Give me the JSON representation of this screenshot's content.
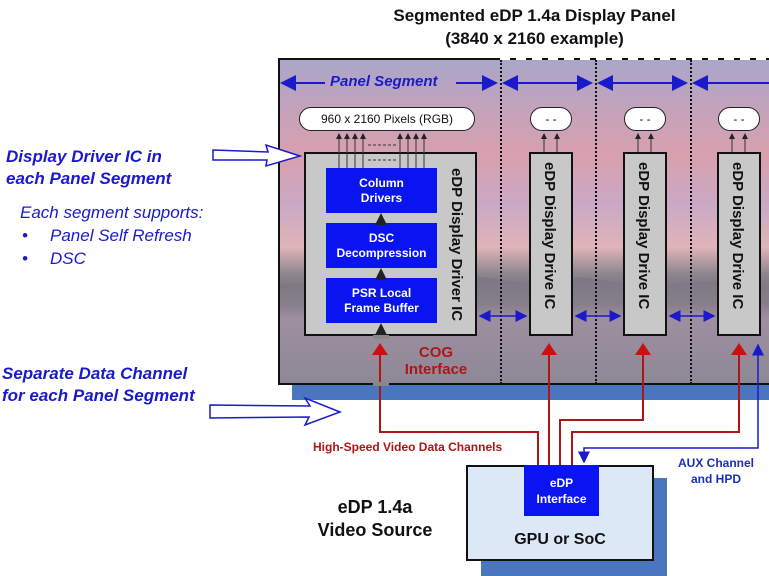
{
  "title": {
    "line1": "Segmented eDP 1.4a Display Panel",
    "line2": "(3840 x 2160 example)"
  },
  "panel": {
    "segment_label": "Panel Segment",
    "segment_count": 4,
    "pixel_pill_main": "960 x 2160 Pixels (RGB)",
    "pixel_pill_other": "- -",
    "main_ic_label": "eDP Display Driver IC",
    "other_ic_label": "eDP Display Drive IC",
    "blocks": [
      {
        "line1": "Column",
        "line2": "Drivers"
      },
      {
        "line1": "DSC",
        "line2": "Decompression"
      },
      {
        "line1": "PSR Local",
        "line2": "Frame Buffer"
      }
    ],
    "cog_label_line1": "COG",
    "cog_label_line2": "Interface"
  },
  "left_notes": {
    "heading1_line1": "Display Driver IC in",
    "heading1_line2": "each Panel Segment",
    "supports_intro": "Each segment supports:",
    "bullets": [
      "Panel Self Refresh",
      "DSC"
    ],
    "bullet_glyph": "•",
    "heading2_line1": "Separate Data Channel",
    "heading2_line2": "for each Panel Segment"
  },
  "links": {
    "video_channels_label": "High-Speed Video Data Channels",
    "aux_label_line1": "AUX Channel",
    "aux_label_line2": "and HPD"
  },
  "source": {
    "side_label_line1": "eDP 1.4a",
    "side_label_line2": "Video Source",
    "interface_line1": "eDP",
    "interface_line2": "Interface",
    "box_label": "GPU or SoC"
  },
  "colors": {
    "blue_accent": "#1a1acc",
    "block_blue": "#0a14f0",
    "red_channel": "#b01515",
    "shadow_blue": "#4a76c0",
    "ic_gray": "#c8c8c8"
  }
}
